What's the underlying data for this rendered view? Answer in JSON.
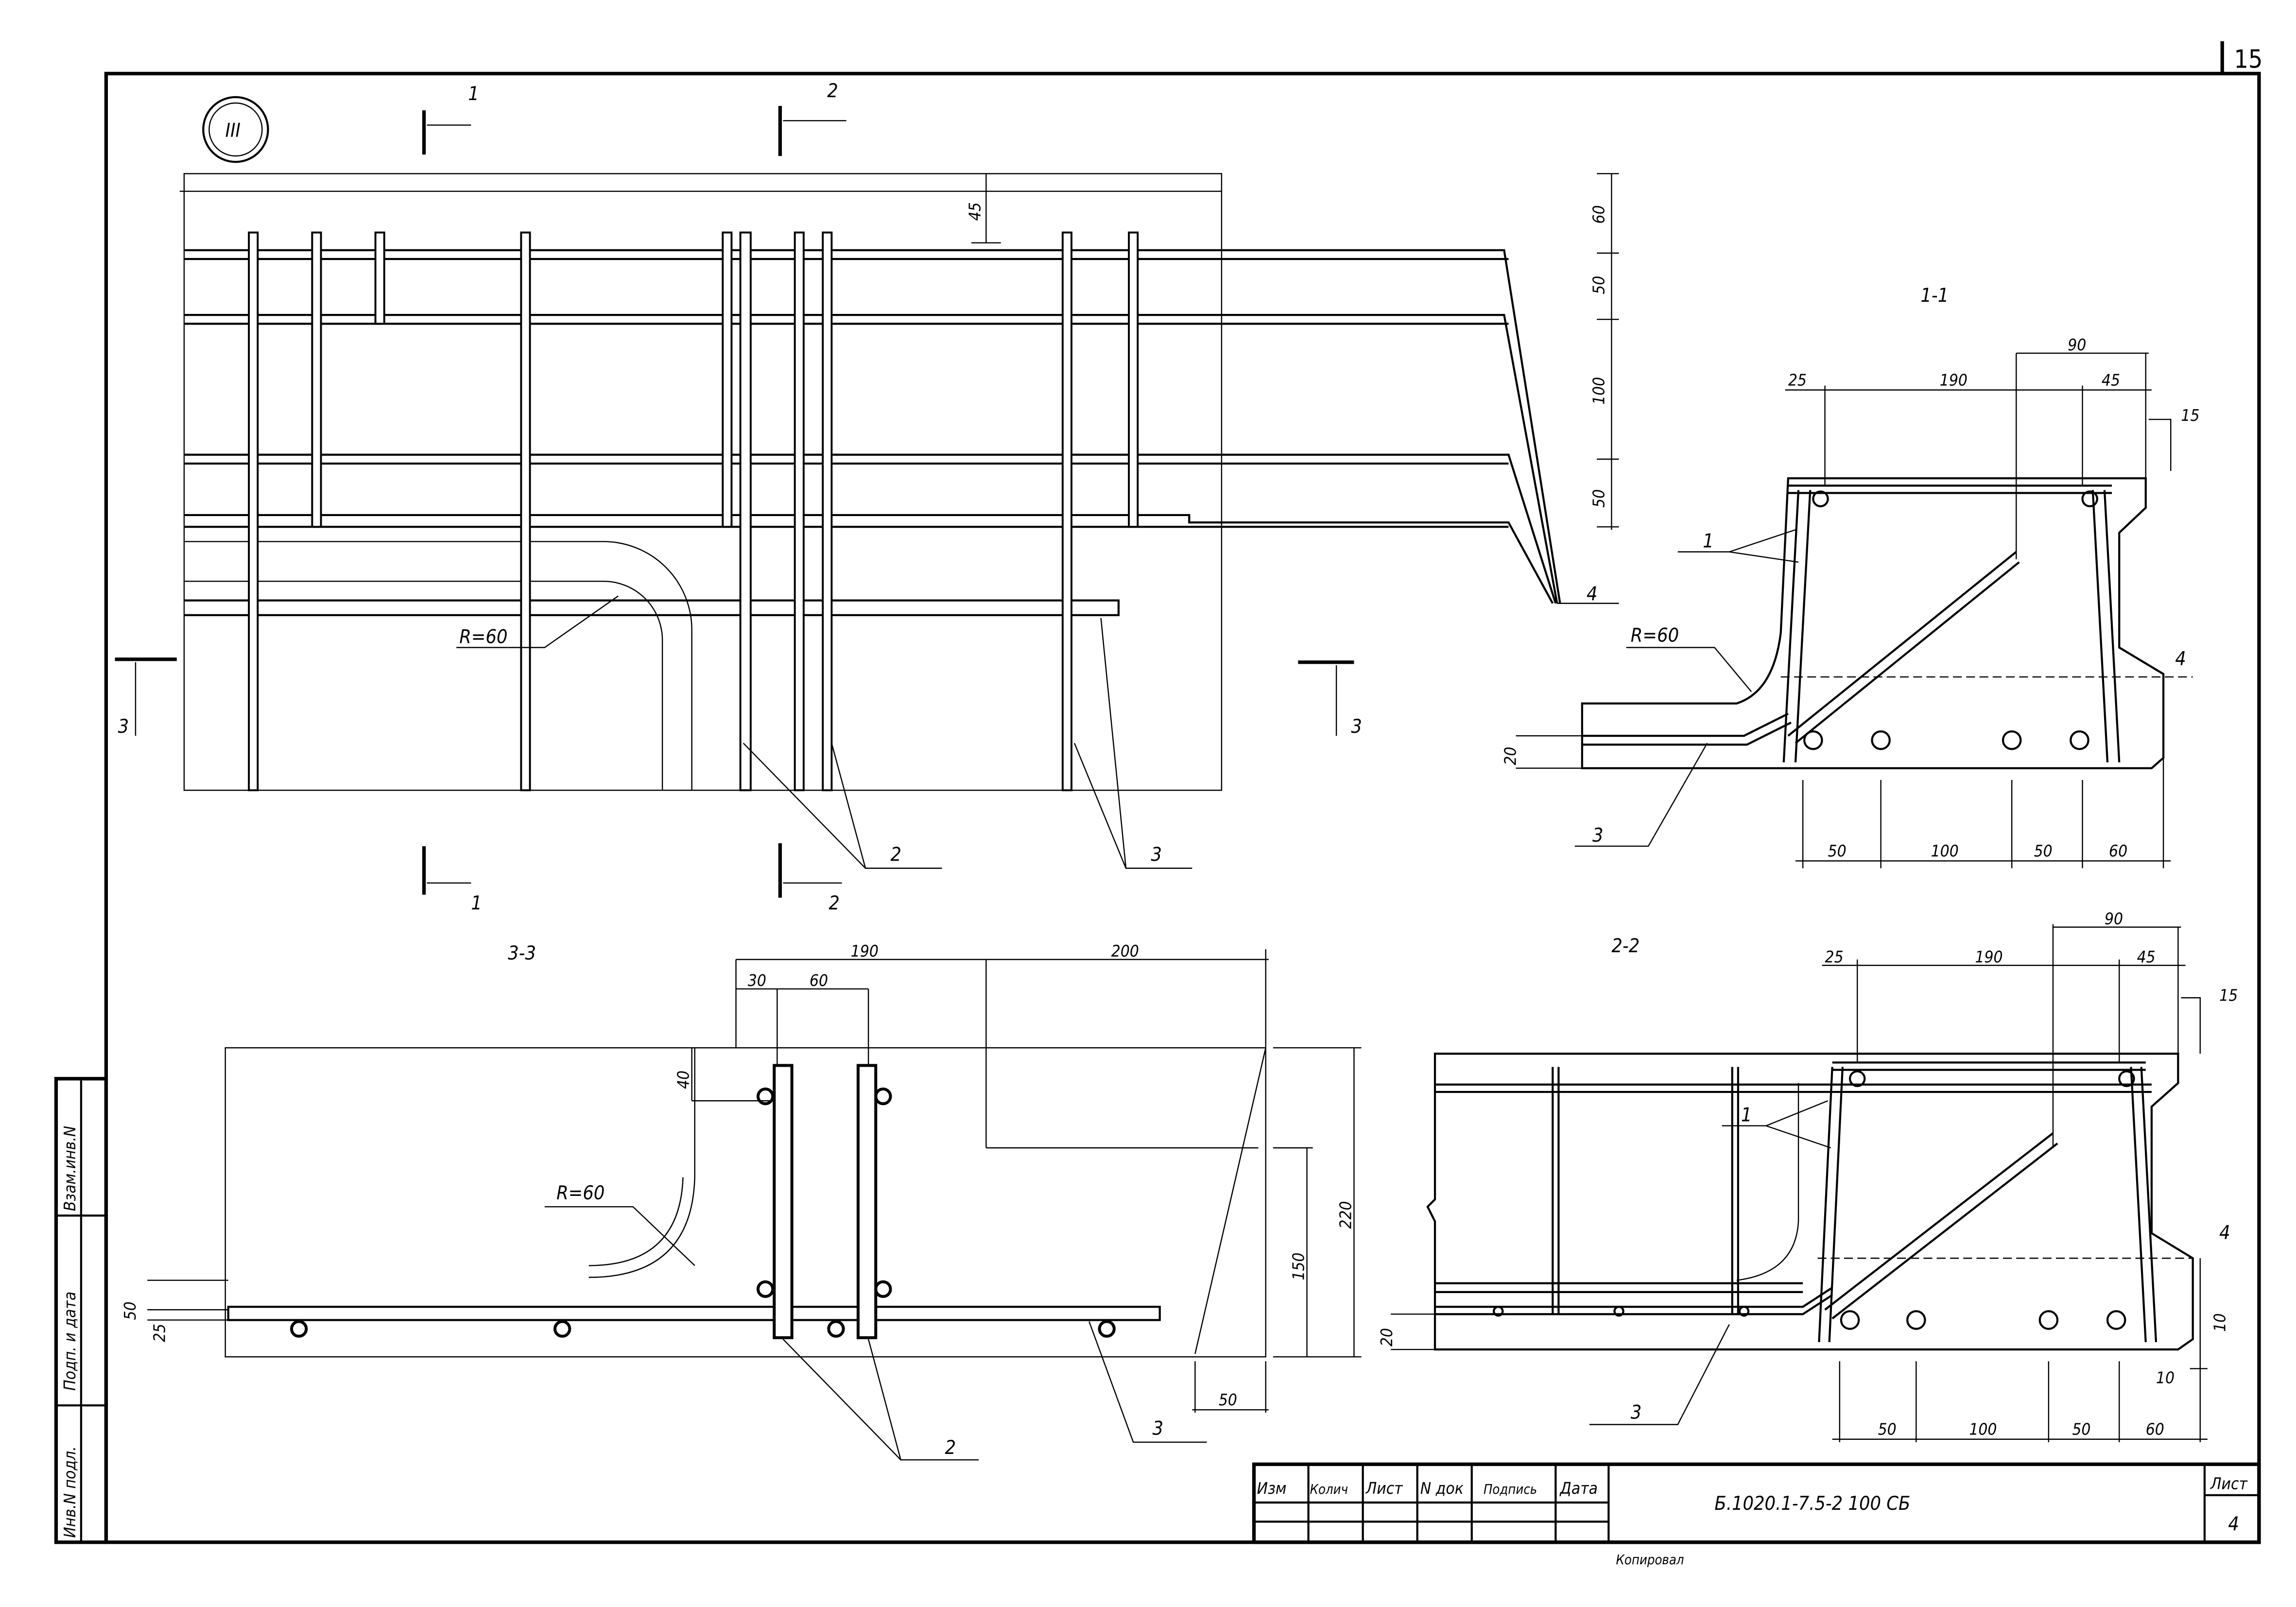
{
  "page_number": "15",
  "view_mark": "III",
  "section_marks": {
    "s1": "1",
    "s2": "2",
    "s3": "3"
  },
  "plan_view": {
    "dims_right": [
      "60",
      "50",
      "100",
      "50"
    ],
    "dim_top": "45",
    "radius": "R=60",
    "callouts": [
      "2",
      "3",
      "4"
    ]
  },
  "section_1_1": {
    "title": "1-1",
    "top_dims": [
      "25",
      "190",
      "90",
      "45",
      "15"
    ],
    "bottom_dims": [
      "50",
      "100",
      "50",
      "60"
    ],
    "side_dim": "20",
    "radius": "R=60",
    "callouts": [
      "1",
      "3",
      "4"
    ]
  },
  "section_2_2": {
    "title": "2-2",
    "top_dims": [
      "25",
      "190",
      "90",
      "45",
      "15"
    ],
    "bottom_dims": [
      "50",
      "100",
      "50",
      "60"
    ],
    "side_dims": [
      "20",
      "10",
      "10"
    ],
    "callouts": [
      "1",
      "3",
      "4"
    ]
  },
  "section_3_3": {
    "title": "3-3",
    "top_dims": [
      "190",
      "200",
      "30",
      "60"
    ],
    "side_dims": [
      "40",
      "50",
      "25",
      "150",
      "220"
    ],
    "bottom_dim": "50",
    "radius": "R=60",
    "callouts": [
      "2",
      "3"
    ]
  },
  "side_stamp": {
    "rows": [
      "Взам.инв.N",
      "Подп. и дата",
      "Инв.N подл."
    ]
  },
  "title_block": {
    "headers": [
      "Изм",
      "Колич",
      "Лист",
      "N док",
      "Подпись",
      "Дата"
    ],
    "designation": "Б.1020.1-7.5-2   100  СБ",
    "sheet_label": "Лист",
    "sheet_number": "4",
    "copied": "Копировал"
  }
}
